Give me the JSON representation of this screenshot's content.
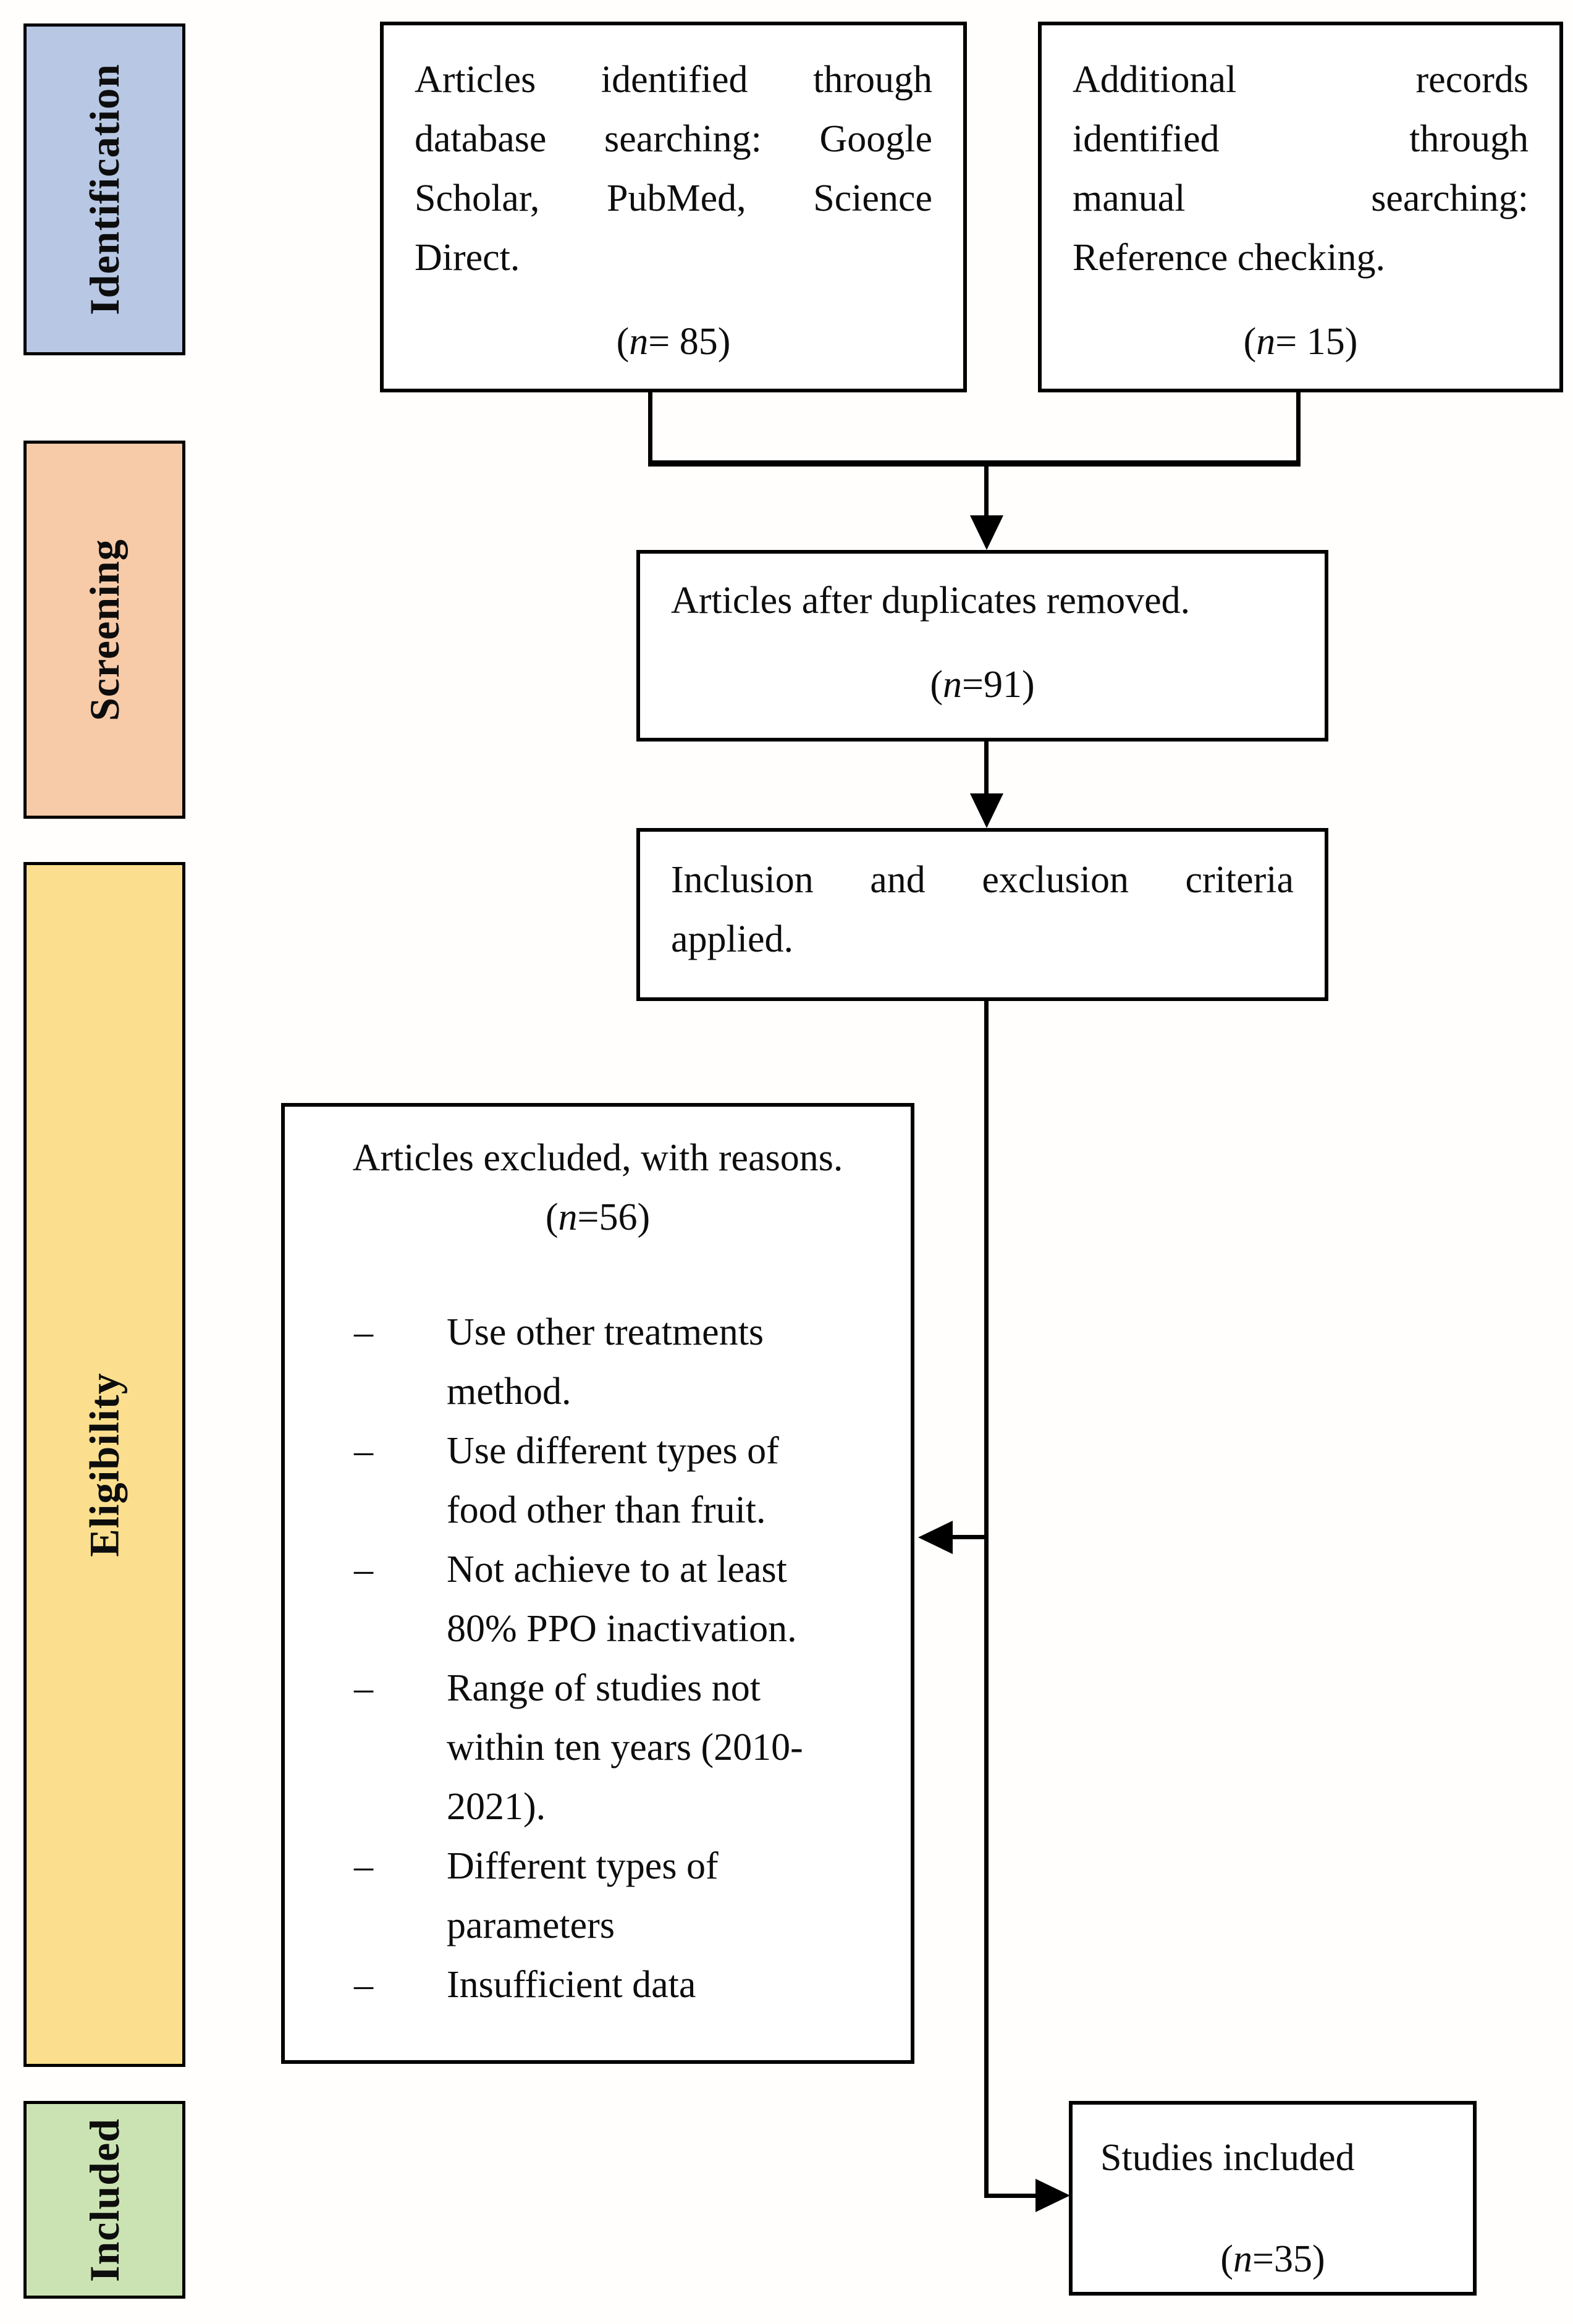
{
  "sidebar": {
    "stages": [
      {
        "label": "Identification",
        "color": "#B7C7E4"
      },
      {
        "label": "Screening",
        "color": "#F7CAA8"
      },
      {
        "label": "Eligibility",
        "color": "#FBDF8E"
      },
      {
        "label": "Included",
        "color": "#CBE3B3"
      }
    ]
  },
  "boxes": {
    "identified": {
      "lines": [
        "Articles identified through",
        "database searching: Google",
        "Scholar, PubMed, Science",
        "Direct."
      ],
      "count": {
        "prefix": "(",
        "symbol": "n",
        "suffix": "= 85)"
      }
    },
    "additional": {
      "lines": [
        "Additional records",
        "identified through",
        "manual searching:",
        "Reference checking."
      ],
      "count": {
        "prefix": "(",
        "symbol": "n",
        "suffix": "= 15)"
      }
    },
    "duplicates": {
      "lines": [
        "Articles after duplicates removed."
      ],
      "count": {
        "prefix": "(",
        "symbol": "n",
        "suffix": "=91)"
      }
    },
    "criteria": {
      "lines": [
        "Inclusion and exclusion criteria",
        "applied."
      ]
    },
    "excluded": {
      "title": "Articles excluded, with reasons.",
      "count": {
        "prefix": "(",
        "symbol": "n",
        "suffix": "=56)"
      },
      "bullet_glyph": "–",
      "reasons": [
        "Use other treatments method.",
        "Use different types of food other than fruit.",
        "Not achieve to at least 80% PPO inactivation.",
        "Range of studies not within ten years (2010-2021).",
        "Different types of parameters",
        "Insufficient data"
      ]
    },
    "included": {
      "lines": [
        "Studies included"
      ],
      "count": {
        "prefix": "(",
        "symbol": "n",
        "suffix": "=35)"
      }
    }
  }
}
